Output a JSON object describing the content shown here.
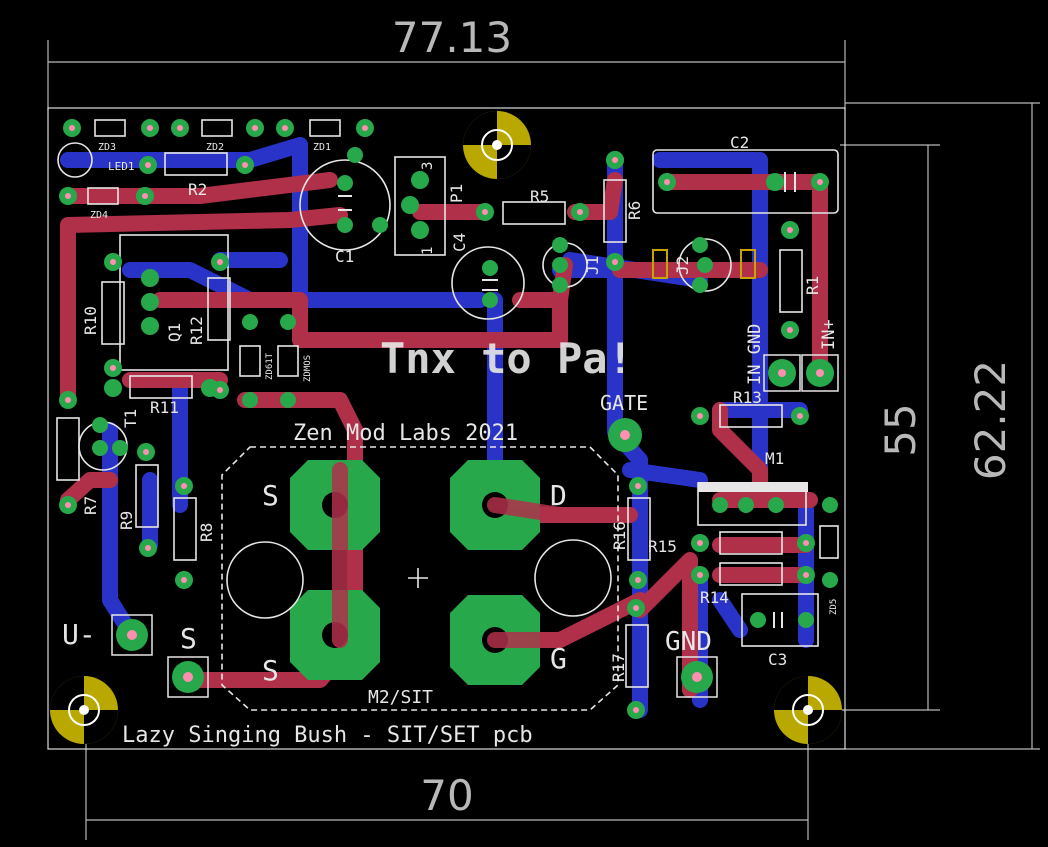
{
  "colors": {
    "background": "#000000",
    "top_copper": "#b0304a",
    "bottom_copper": "#2a33c8",
    "pad": "#27a84a",
    "via_pad": "#ff8fb0",
    "silkscreen": "#e6e6e6",
    "dimension": "#b8b8b8",
    "mount_hole": "#b8a800",
    "smd_pad": "#c9a400"
  },
  "dimensions": {
    "top_width": "77.13",
    "bottom_width": "70",
    "inner_height": "55",
    "outer_height": "62.22"
  },
  "silkscreen": {
    "tnx": "Tnx to Pa!",
    "zen": "Zen Mod Labs 2021",
    "title": "Lazy Singing Bush - SIT/SET pcb",
    "m2": "M2/SIT",
    "gate": "GATE",
    "gnd": "GND",
    "u_minus": "U-",
    "s_small": "S",
    "s1": "S",
    "s2": "S",
    "d": "D",
    "g": "G",
    "in_gnd": "IN GND",
    "in_plus": "IN+"
  },
  "components": {
    "zd3": "ZD3",
    "zd2": "ZD2",
    "zd1": "ZD1",
    "zd4": "ZD4",
    "led1": "LED1",
    "r2": "R2",
    "c1": "C1",
    "p1": "P1",
    "c4": "C4",
    "r5": "R5",
    "r6": "R6",
    "c2": "C2",
    "j1": "J1",
    "j2": "J2",
    "r1": "R1",
    "r10": "R10",
    "q1": "Q1",
    "r12": "R12",
    "zd61": "ZD61T",
    "zdmos": "ZDMOS",
    "r11": "R11",
    "r7": "R7",
    "t1": "T1",
    "r9": "R9",
    "r8": "R8",
    "r13": "R13",
    "m1": "M1",
    "r16": "R16",
    "r15": "R15",
    "r14": "R14",
    "r17": "R17",
    "c3": "C3",
    "zd5": "ZD5",
    "p1_pin1": "1",
    "p1_pin3": "3"
  }
}
